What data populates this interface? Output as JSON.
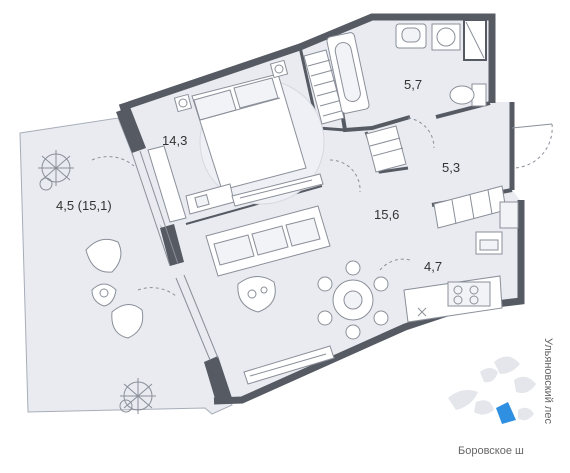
{
  "rooms": {
    "balcony": "4,5 (15,1)",
    "bedroom": "14,3",
    "bathroom": "5,7",
    "hall": "5,3",
    "living": "15,6",
    "kitchen": "4,7"
  },
  "orientation": {
    "street_vertical": "Ульяновский лес",
    "street_horizontal": "Боровское ш"
  },
  "colors": {
    "floor": "#e9ebf1",
    "wall": "#555a63",
    "furniture_stroke": "#8a8f99",
    "marker": "#2f8fe0"
  }
}
